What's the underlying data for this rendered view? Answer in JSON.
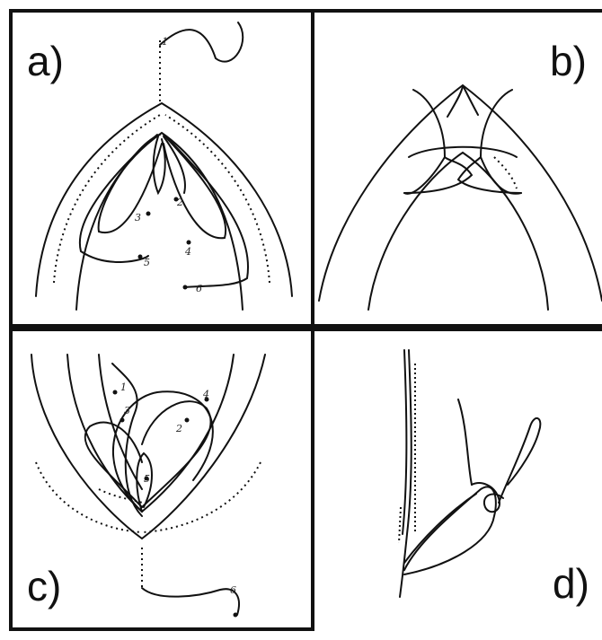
{
  "panels": [
    {
      "id": "a",
      "label": "a)",
      "steps": [
        "1",
        "2",
        "3",
        "4",
        "5",
        "6"
      ]
    },
    {
      "id": "b",
      "label": "b)"
    },
    {
      "id": "c",
      "label": "c)",
      "steps": [
        "1",
        "2",
        "3",
        "4",
        "5",
        "6"
      ]
    },
    {
      "id": "d",
      "label": "d)"
    }
  ],
  "colors": {
    "ink": "#111111",
    "background": "#ffffff"
  }
}
